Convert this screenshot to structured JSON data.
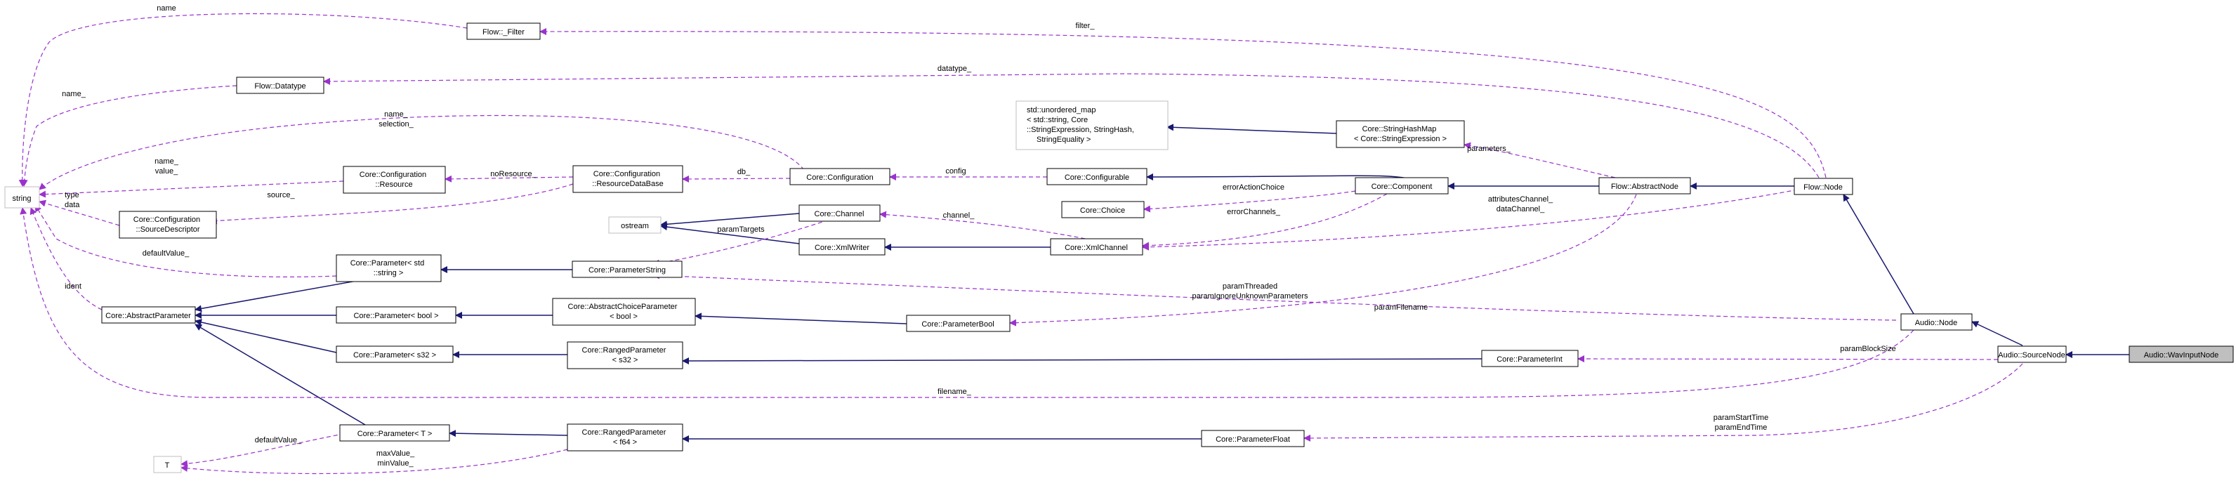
{
  "colors": {
    "inheritance_edge": "#191970",
    "usage_edge": "#9a32cd",
    "focus_node_fill": "#bfbfbf",
    "external_node_border": "#bfbfbf"
  },
  "nodes": {
    "wav_input_node": [
      "Audio::WavInputNode"
    ],
    "source_node": [
      "Audio::SourceNode"
    ],
    "audio_node": [
      "Audio::Node"
    ],
    "flow_node": [
      "Flow::Node"
    ],
    "abstract_node": [
      "Flow::AbstractNode"
    ],
    "filter": [
      "Flow::_Filter"
    ],
    "datatype": [
      "Flow::Datatype"
    ],
    "string": [
      "string"
    ],
    "unordered_map": [
      "std::unordered_map",
      "< std::string, Core",
      "::StringExpression, StringHash,",
      "StringEquality >"
    ],
    "string_hash_map": [
      "Core::StringHashMap",
      "< Core::StringExpression >"
    ],
    "component": [
      "Core::Component"
    ],
    "configurable": [
      "Core::Configurable"
    ],
    "configuration": [
      "Core::Configuration"
    ],
    "resource_database": [
      "Core::Configuration",
      "::ResourceDataBase"
    ],
    "resource": [
      "Core::Configuration",
      "::Resource"
    ],
    "source_descriptor": [
      "Core::Configuration",
      "::SourceDescriptor"
    ],
    "choice": [
      "Core::Choice"
    ],
    "xml_channel": [
      "Core::XmlChannel"
    ],
    "channel": [
      "Core::Channel"
    ],
    "ostream": [
      "ostream"
    ],
    "xml_writer": [
      "Core::XmlWriter"
    ],
    "parameter_string": [
      "Core::ParameterString"
    ],
    "parameter_std_string": [
      "Core::Parameter< std",
      "::string >"
    ],
    "abstract_parameter": [
      "Core::AbstractParameter"
    ],
    "parameter_bool_tpl": [
      "Core::Parameter< bool >"
    ],
    "abstract_choice_parameter": [
      "Core::AbstractChoiceParameter",
      "< bool >"
    ],
    "parameter_bool": [
      "Core::ParameterBool"
    ],
    "parameter_s32": [
      "Core::Parameter< s32 >"
    ],
    "ranged_parameter_s32": [
      "Core::RangedParameter",
      "< s32 >"
    ],
    "parameter_int": [
      "Core::ParameterInt"
    ],
    "parameter_t": [
      "Core::Parameter< T >"
    ],
    "ranged_parameter_f64": [
      "Core::RangedParameter",
      "< f64 >"
    ],
    "parameter_float": [
      "Core::ParameterFloat"
    ],
    "t": [
      "T"
    ]
  },
  "edge_labels": {
    "name_filter": [
      "name"
    ],
    "filter": [
      "filter_"
    ],
    "datatype": [
      "datatype_"
    ],
    "name_datatype": [
      "name_"
    ],
    "name_selection": [
      "name_",
      "selection_"
    ],
    "name_value": [
      "name_",
      "value_"
    ],
    "source": [
      "source_"
    ],
    "type_data": [
      "type",
      "data"
    ],
    "default_value_str": [
      "defaultValue_"
    ],
    "ident": [
      "ident"
    ],
    "no_resource": [
      "noResource_"
    ],
    "db": [
      "db_"
    ],
    "config": [
      "config"
    ],
    "parameters": [
      "parameters_"
    ],
    "error_action_choice": [
      "errorActionChoice"
    ],
    "error_channels": [
      "errorChannels_"
    ],
    "attributes_channel": [
      "attributesChannel_",
      "dataChannel_"
    ],
    "channel": [
      "channel_"
    ],
    "param_targets": [
      "paramTargets"
    ],
    "param_threaded": [
      "paramThreaded",
      "paramIgnoreUnknownParameters"
    ],
    "param_filename": [
      "paramFilename"
    ],
    "param_block_size": [
      "paramBlockSize"
    ],
    "filename": [
      "filename_"
    ],
    "param_start_time": [
      "paramStartTime",
      "paramEndTime"
    ],
    "default_value_t": [
      "defaultValue_"
    ],
    "max_min_value": [
      "maxValue_",
      "minValue_"
    ]
  }
}
